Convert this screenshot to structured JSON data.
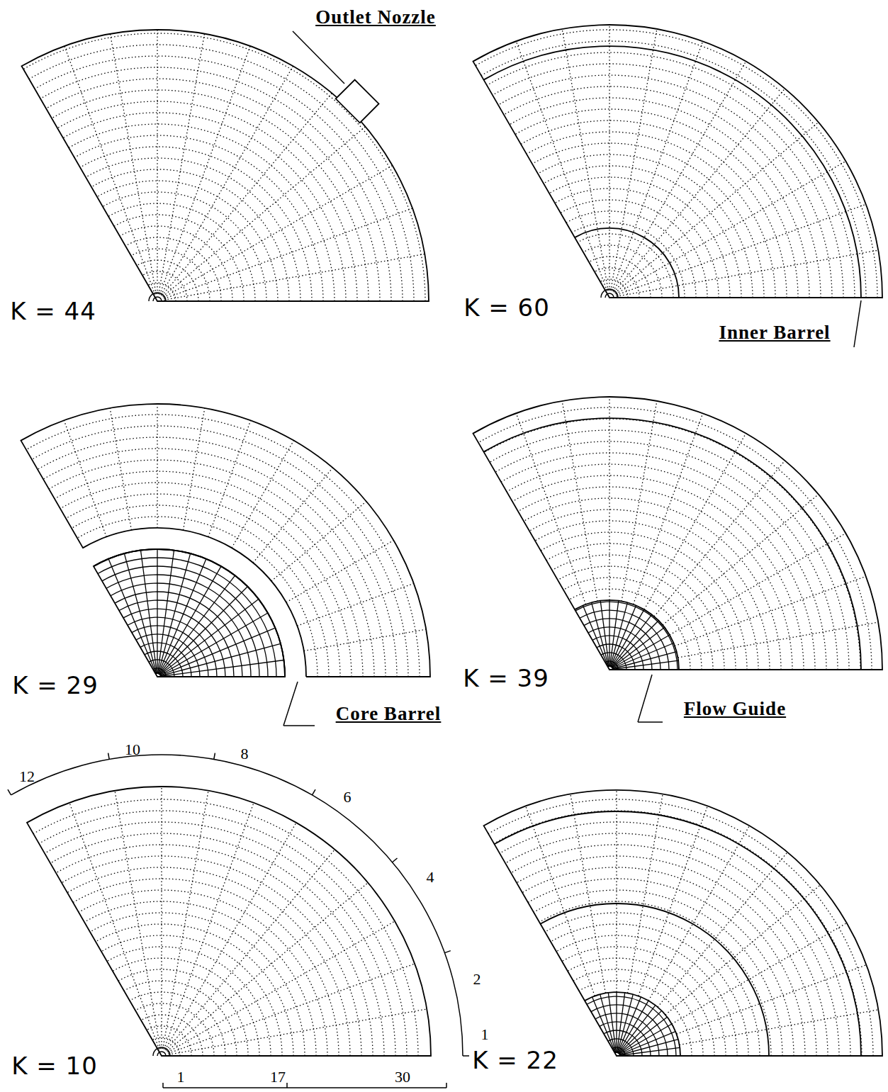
{
  "diagram": {
    "labels": [
      "Outlet Nozzle",
      "K = 44",
      "K = 60",
      "Inner Barrel",
      "K = 29",
      "Core Barrel",
      "K = 39",
      "Flow Guide",
      "12",
      "10",
      "8",
      "6",
      "4",
      "2",
      "1",
      "K = 10",
      "1",
      "17",
      "30",
      "K = 22"
    ]
  }
}
